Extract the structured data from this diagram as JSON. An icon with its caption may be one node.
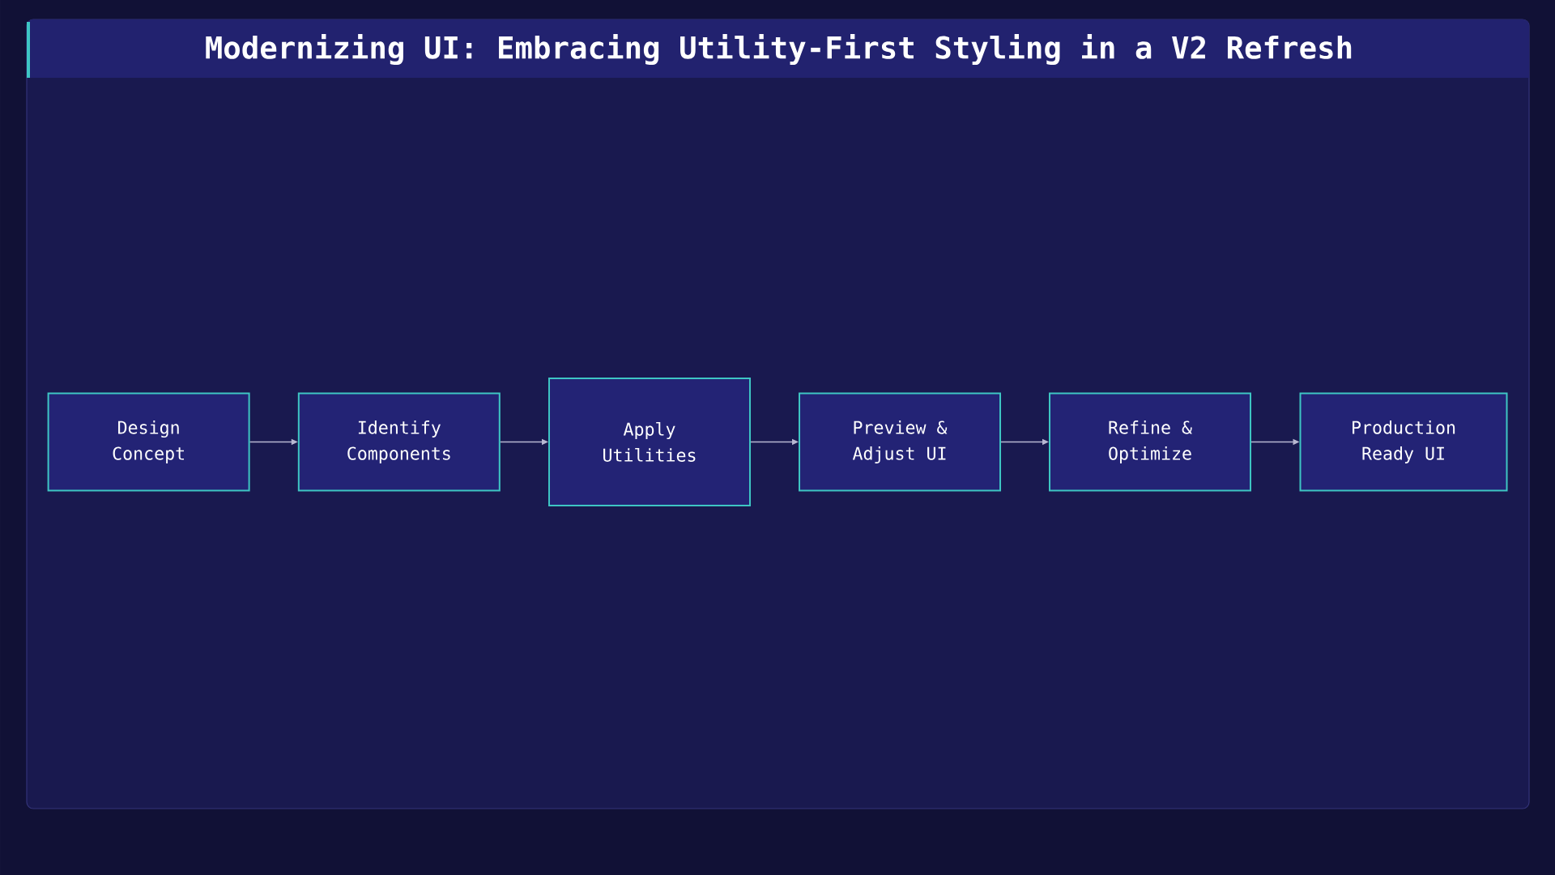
{
  "diagram": {
    "title": "Modernizing UI: Embracing Utility-First Styling in a V2 Refresh",
    "nodes": [
      {
        "text": [
          "Design Concept"
        ]
      },
      {
        "text": [
          "Identify Components"
        ]
      },
      {
        "text": [
          "Apply Utilities"
        ]
      },
      {
        "text": [
          "Preview & Adjust UI"
        ]
      },
      {
        "text": [
          "Refine & Optimize"
        ]
      },
      {
        "text": [
          "Production Ready UI"
        ]
      }
    ],
    "edges": [
      {
        "from": 0,
        "to": 1,
        "arrow": "to"
      },
      {
        "from": 1,
        "to": 2,
        "arrow": "to"
      },
      {
        "from": 2,
        "to": 3,
        "arrow": "to"
      },
      {
        "from": 3,
        "to": 4,
        "arrow": "to"
      },
      {
        "from": 4,
        "to": 5,
        "arrow": "to"
      }
    ]
  }
}
